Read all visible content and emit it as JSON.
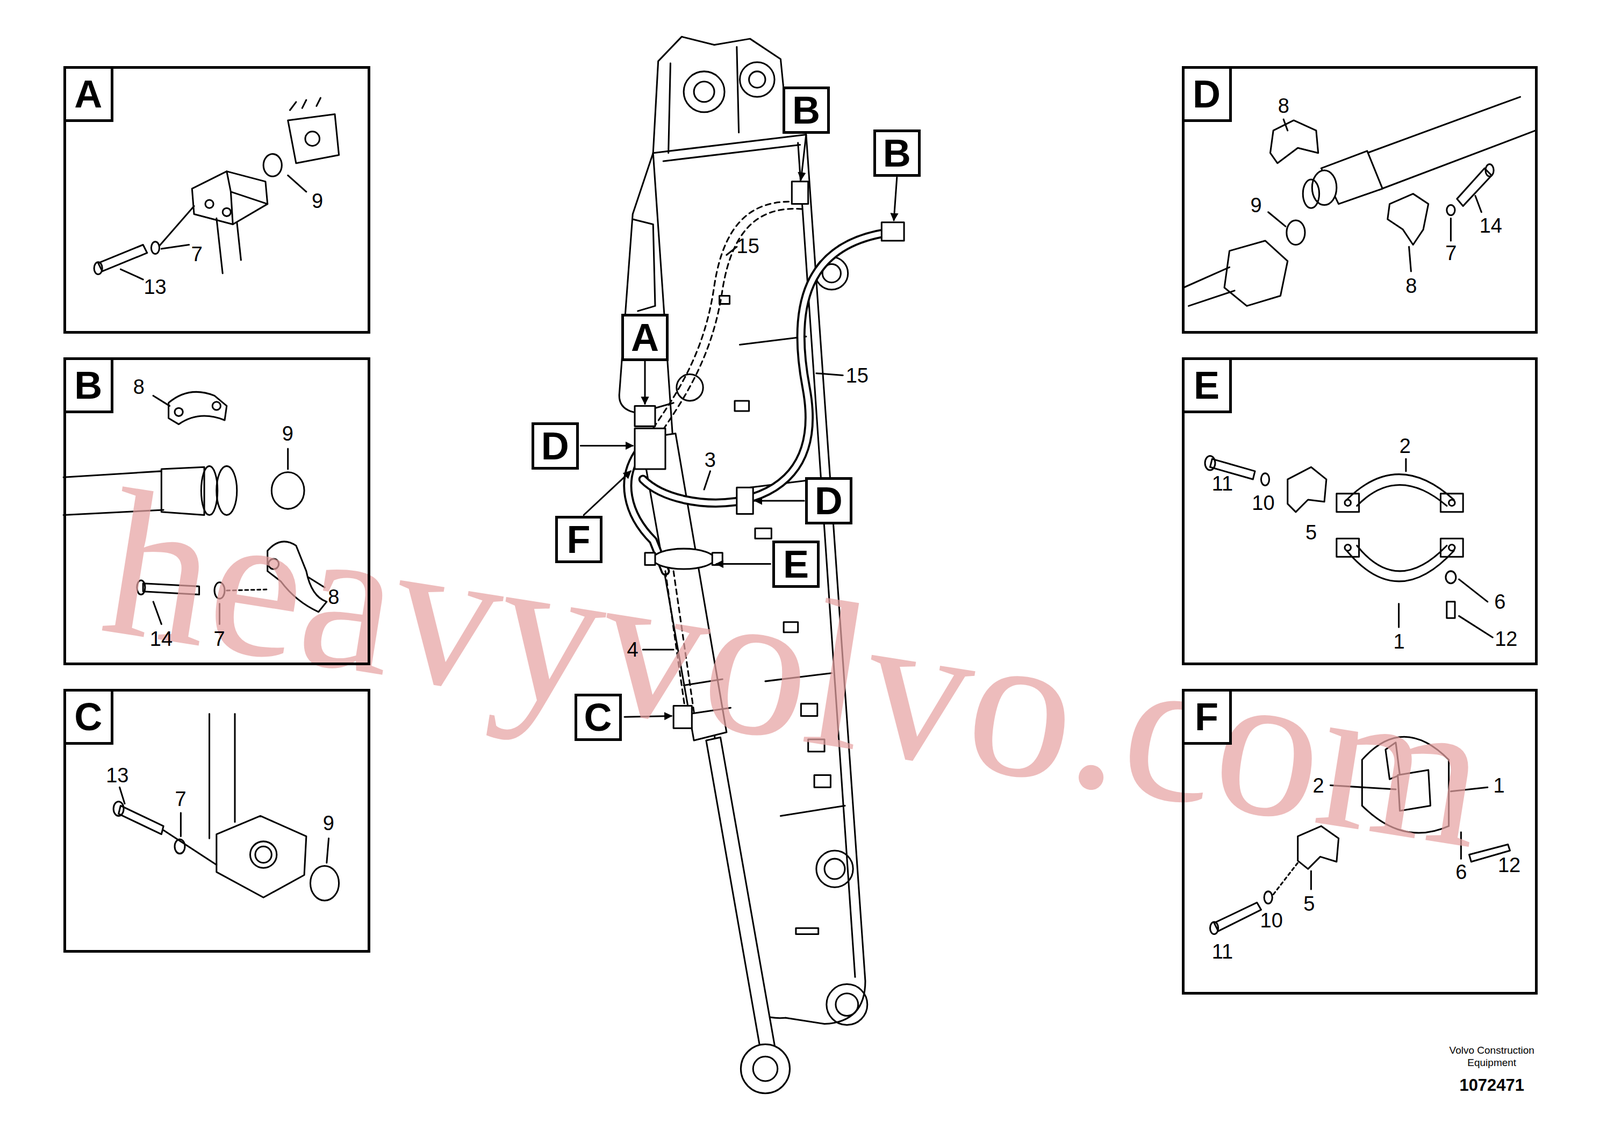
{
  "diagram": {
    "nodes": [
      {
        "text": [
          "A"
        ]
      },
      {
        "text": [
          "B"
        ]
      },
      {
        "text": [
          "C"
        ]
      },
      {
        "text": [
          "B"
        ]
      },
      {
        "text": [
          "B"
        ]
      },
      {
        "text": [
          "A"
        ]
      },
      {
        "text": [
          "D"
        ]
      },
      {
        "text": [
          "D"
        ]
      },
      {
        "text": [
          "F"
        ]
      },
      {
        "text": [
          "E"
        ]
      },
      {
        "text": [
          "C"
        ]
      },
      {
        "text": [
          "D"
        ]
      },
      {
        "text": [
          "E"
        ]
      },
      {
        "text": [
          "F"
        ]
      }
    ],
    "labels": [
      "9",
      "7",
      "13",
      "8",
      "9",
      "14",
      "7",
      "8",
      "13",
      "7",
      "9",
      "15",
      "15",
      "3",
      "4",
      "8",
      "9",
      "14",
      "7",
      "8",
      "2",
      "11",
      "10",
      "5",
      "6",
      "1",
      "12",
      "2",
      "1",
      "12",
      "6",
      "5",
      "10",
      "11",
      "heavyvolvo.com",
      "Volvo Construction Equipment",
      "1072471"
    ]
  }
}
